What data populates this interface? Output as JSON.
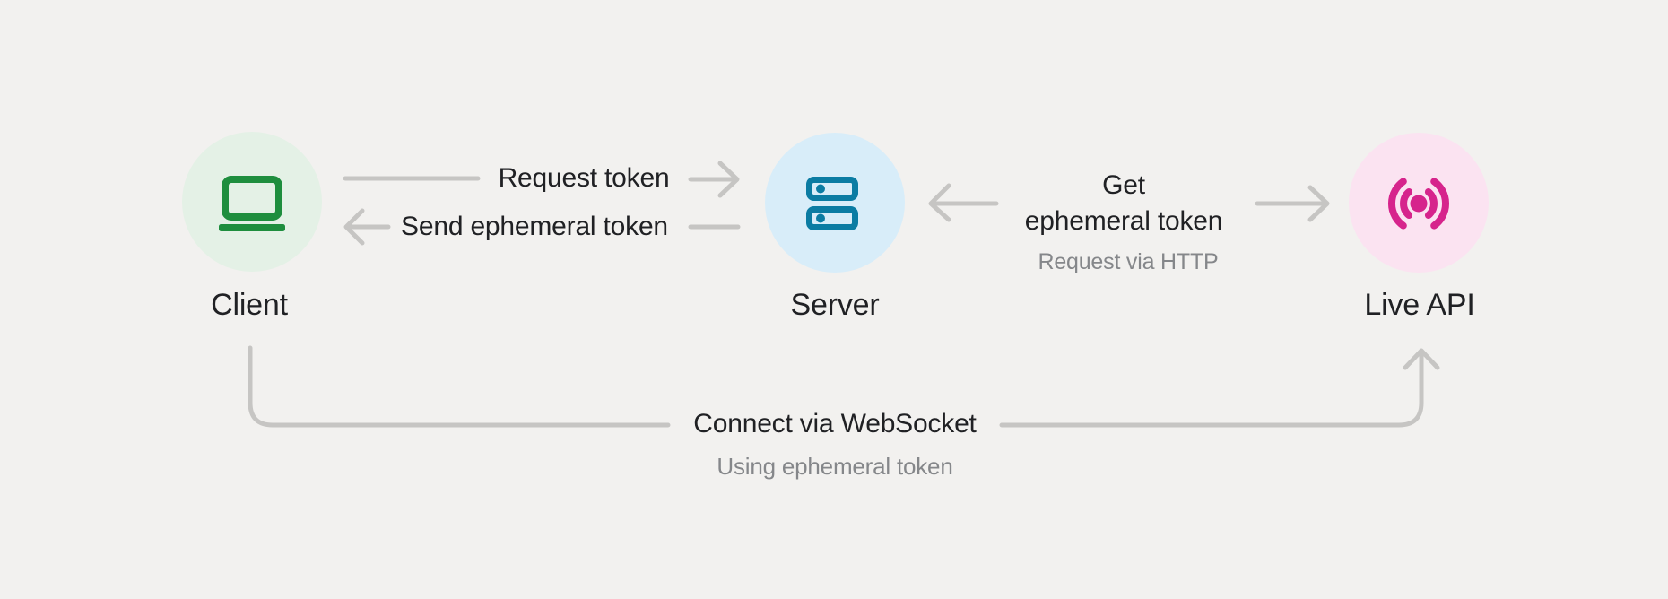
{
  "colors": {
    "background": "#f2f1ef",
    "text_primary": "#202124",
    "text_secondary": "#85878a",
    "connector": "#c6c5c3"
  },
  "nodes": {
    "client": {
      "label": "Client",
      "icon": "laptop-icon",
      "circle_bg": "#e4f1e6",
      "icon_color": "#1e8e3e"
    },
    "server": {
      "label": "Server",
      "icon": "server-icon",
      "circle_bg": "#d8edf9",
      "icon_color": "#0b7ca3"
    },
    "live_api": {
      "label": "Live API",
      "icon": "broadcast-icon",
      "circle_bg": "#fbe3f1",
      "icon_color": "#d6248c"
    }
  },
  "edges": {
    "request_token": {
      "label": "Request token",
      "direction": "client-to-server"
    },
    "send_ephemeral_token": {
      "label": "Send ephemeral token",
      "direction": "server-to-client"
    },
    "get_ephemeral_token": {
      "label_line1": "Get",
      "label_line2": "ephemeral token",
      "sublabel": "Request via HTTP",
      "direction": "server-and-live-api"
    },
    "connect_websocket": {
      "label": "Connect via WebSocket",
      "sublabel": "Using ephemeral token",
      "direction": "client-to-live-api"
    }
  }
}
